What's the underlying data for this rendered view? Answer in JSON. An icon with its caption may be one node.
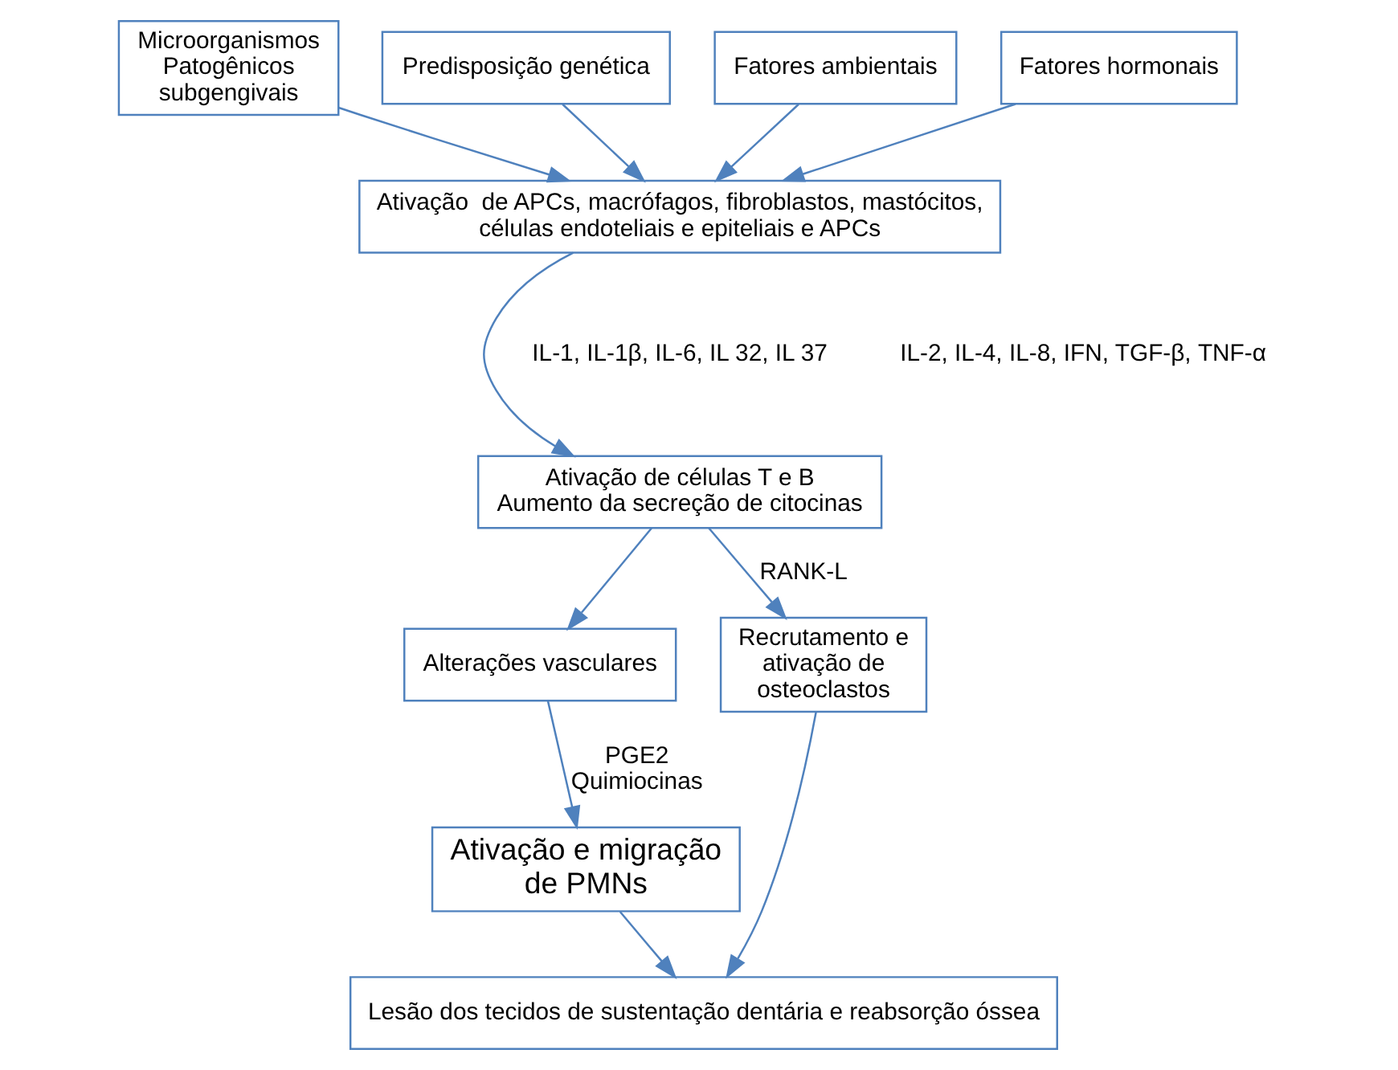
{
  "diagram": {
    "nodes": [
      {
        "text": [
          "Microorganismos Patogênicos subgengivais"
        ]
      },
      {
        "text": [
          "Predisposição genética"
        ]
      },
      {
        "text": [
          "Fatores ambientais"
        ]
      },
      {
        "text": [
          "Fatores hormonais"
        ]
      },
      {
        "text": [
          "Ativação  de APCs, macrófagos, fibroblastos, mastócitos, células endoteliais e epiteliais e APCs"
        ]
      },
      {
        "text": [
          "Ativação de células T e B",
          "Aumento da secreção de citocinas"
        ]
      },
      {
        "text": [
          "Alterações vasculares"
        ]
      },
      {
        "text": [
          "Ativação e migração de PMNs"
        ]
      },
      {
        "text": [
          "Recrutamento e ativação de osteoclastos"
        ]
      },
      {
        "text": [
          "Lesão dos tecidos de sustentação dentária e reabsorção óssea"
        ]
      }
    ],
    "edges": [
      {
        "from": 0,
        "to": 4,
        "arrow": "to"
      },
      {
        "from": 1,
        "to": 4,
        "arrow": "to"
      },
      {
        "from": 2,
        "to": 4,
        "arrow": "to"
      },
      {
        "from": 3,
        "to": 4,
        "arrow": "to"
      },
      {
        "from": 4,
        "to": 5,
        "arrow": "to"
      },
      {
        "from": 5,
        "to": 6,
        "arrow": "to"
      },
      {
        "from": 5,
        "to": 8,
        "arrow": "to",
        "label": "RANK-L"
      },
      {
        "from": 6,
        "to": 7,
        "arrow": "to",
        "label": "PGE2 Quimiocinas"
      },
      {
        "from": 7,
        "to": 9,
        "arrow": "to"
      },
      {
        "from": 8,
        "to": 9,
        "arrow": "to"
      }
    ],
    "labels": [
      "IL-1, IL-1β, IL-6, IL 32, IL 37",
      "IL-2, IL-4, IL-8, IFN, TGF-β, TNF-α"
    ]
  }
}
